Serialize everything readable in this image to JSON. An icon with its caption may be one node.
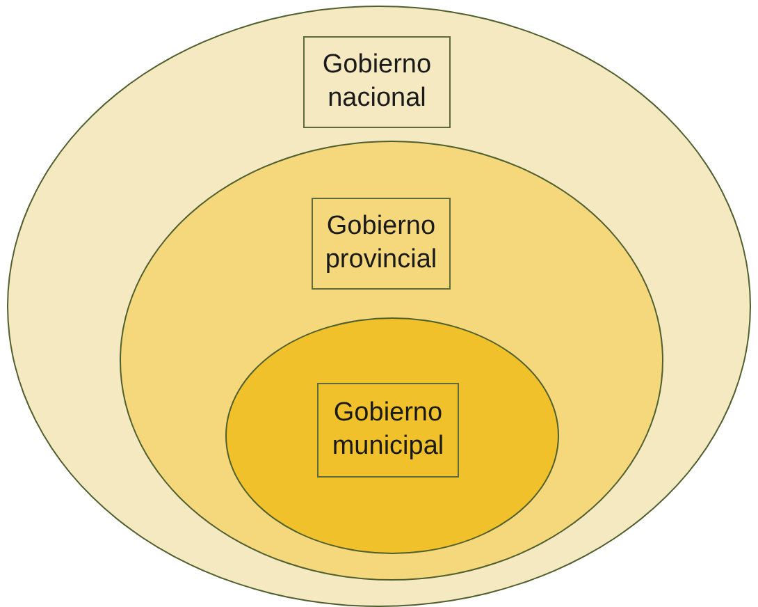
{
  "diagram": {
    "nodes": [
      {
        "text": [],
        "shape": "ellipse"
      },
      {
        "text": [
          "Gobierno nacional"
        ],
        "in": 0
      },
      {
        "text": [],
        "shape": "ellipse",
        "in": 0
      },
      {
        "text": [
          "Gobierno provincial"
        ],
        "in": 2
      },
      {
        "text": [],
        "shape": "ellipse",
        "in": 2
      },
      {
        "text": [
          "Gobierno municipal"
        ],
        "in": 4
      }
    ]
  }
}
